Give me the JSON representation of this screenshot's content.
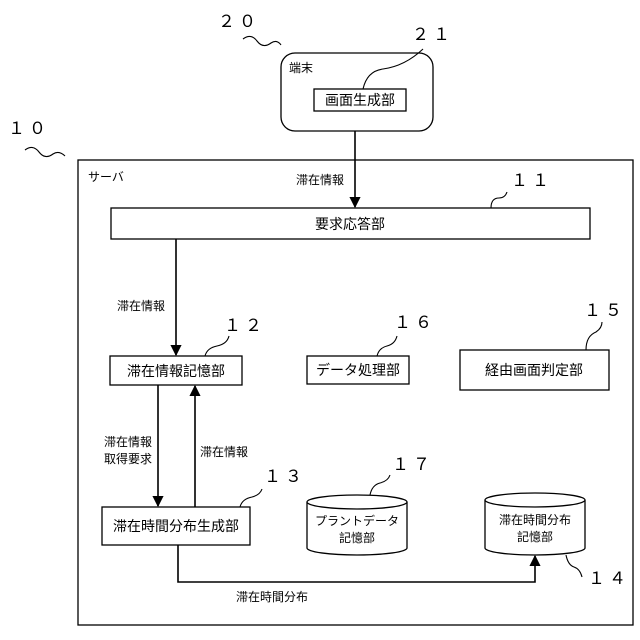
{
  "terminal": {
    "label": "端末",
    "ref": "２０",
    "screen_gen": {
      "label": "画面生成部",
      "ref": "２１"
    }
  },
  "server": {
    "label": "サーバ",
    "ref": "１０",
    "request_response": {
      "label": "要求応答部",
      "ref": "１１"
    },
    "stay_info_storage": {
      "label": "滞在情報記憶部",
      "ref": "１２"
    },
    "stay_time_dist_gen": {
      "label": "滞在時間分布生成部",
      "ref": "１３"
    },
    "stay_time_dist_storage": {
      "line1": "滞在時間分布",
      "line2": "記憶部",
      "ref": "１４"
    },
    "route_screen_judge": {
      "label": "経由画面判定部",
      "ref": "１５"
    },
    "data_processing": {
      "label": "データ処理部",
      "ref": "１６"
    },
    "plant_data_storage": {
      "line1": "プラントデータ",
      "line2": "記憶部",
      "ref": "１７"
    }
  },
  "flows": {
    "terminal_to_request": "滞在情報",
    "request_to_storage": "滞在情報",
    "acquire_request_line1": "滞在情報",
    "acquire_request_line2": "取得要求",
    "storage_to_gen": "滞在情報",
    "gen_to_dist_storage": "滞在時間分布"
  }
}
